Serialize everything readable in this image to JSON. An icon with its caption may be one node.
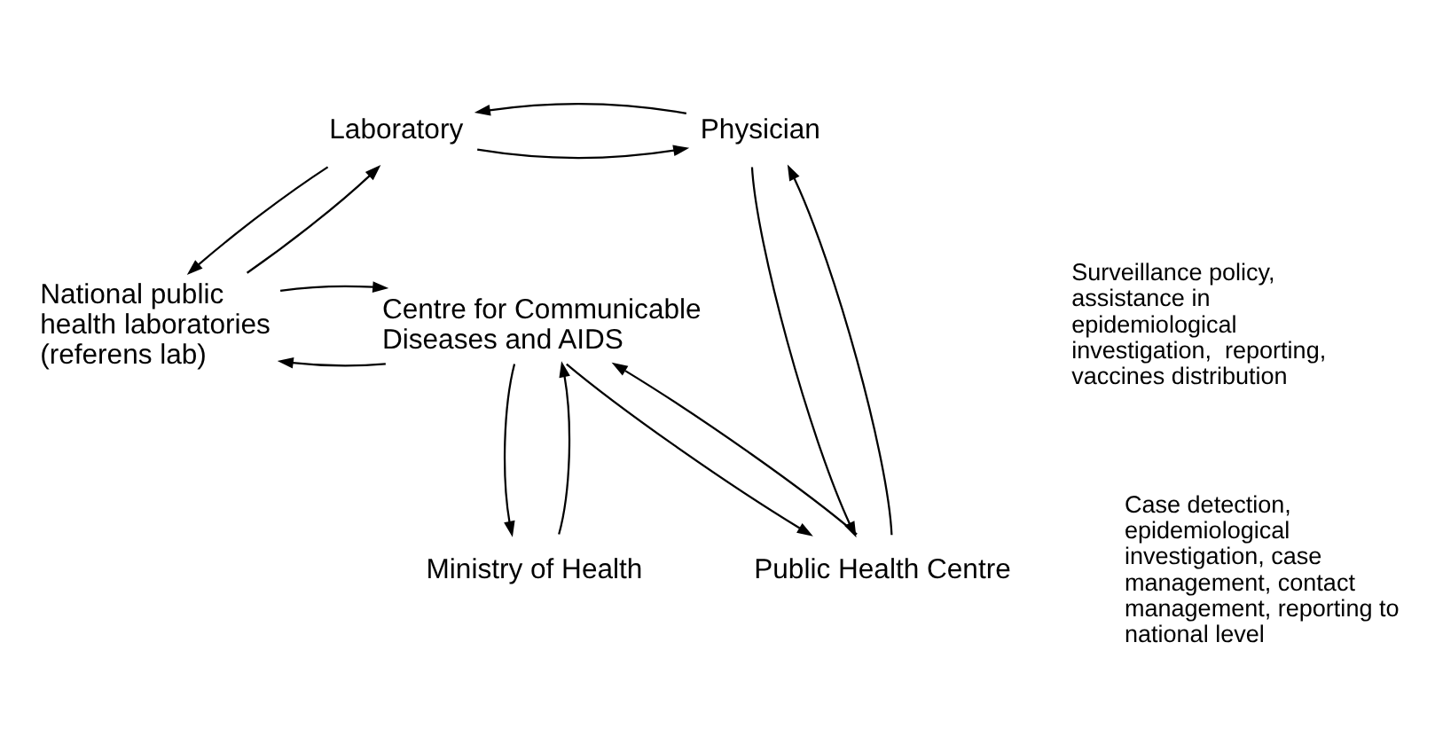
{
  "diagram": {
    "nodes": [
      {
        "text": [
          "Laboratory"
        ]
      },
      {
        "text": [
          "Physician"
        ]
      },
      {
        "text": [
          "Public Health Centre"
        ]
      },
      {
        "text": [
          "National public health laboratories (referens lab)"
        ]
      },
      {
        "text": [
          "Centre for Communicable Diseases and AIDS"
        ]
      },
      {
        "text": [
          "Ministry of Health"
        ]
      }
    ],
    "edges": [
      {
        "from": 0,
        "to": 1,
        "arrow": "to"
      },
      {
        "from": 1,
        "to": 0,
        "arrow": "to"
      },
      {
        "from": 1,
        "to": 2,
        "arrow": "to"
      },
      {
        "from": 2,
        "to": 1,
        "arrow": "to"
      },
      {
        "from": 0,
        "to": 3,
        "arrow": "to"
      },
      {
        "from": 3,
        "to": 0,
        "arrow": "to"
      },
      {
        "from": 2,
        "to": 4,
        "arrow": "to"
      },
      {
        "from": 4,
        "to": 2,
        "arrow": "to"
      },
      {
        "from": 4,
        "to": 3,
        "arrow": "to"
      },
      {
        "from": 3,
        "to": 4,
        "arrow": "to"
      },
      {
        "from": 4,
        "to": 5,
        "arrow": "to"
      },
      {
        "from": 5,
        "to": 4,
        "arrow": "to"
      }
    ],
    "labels": [
      "Case detection, epidemiological investigation, case management, contact management, reporting to national level",
      "Surveillance policy, assistance in epidemiological investigation,  reporting, vaccines distribution"
    ]
  }
}
